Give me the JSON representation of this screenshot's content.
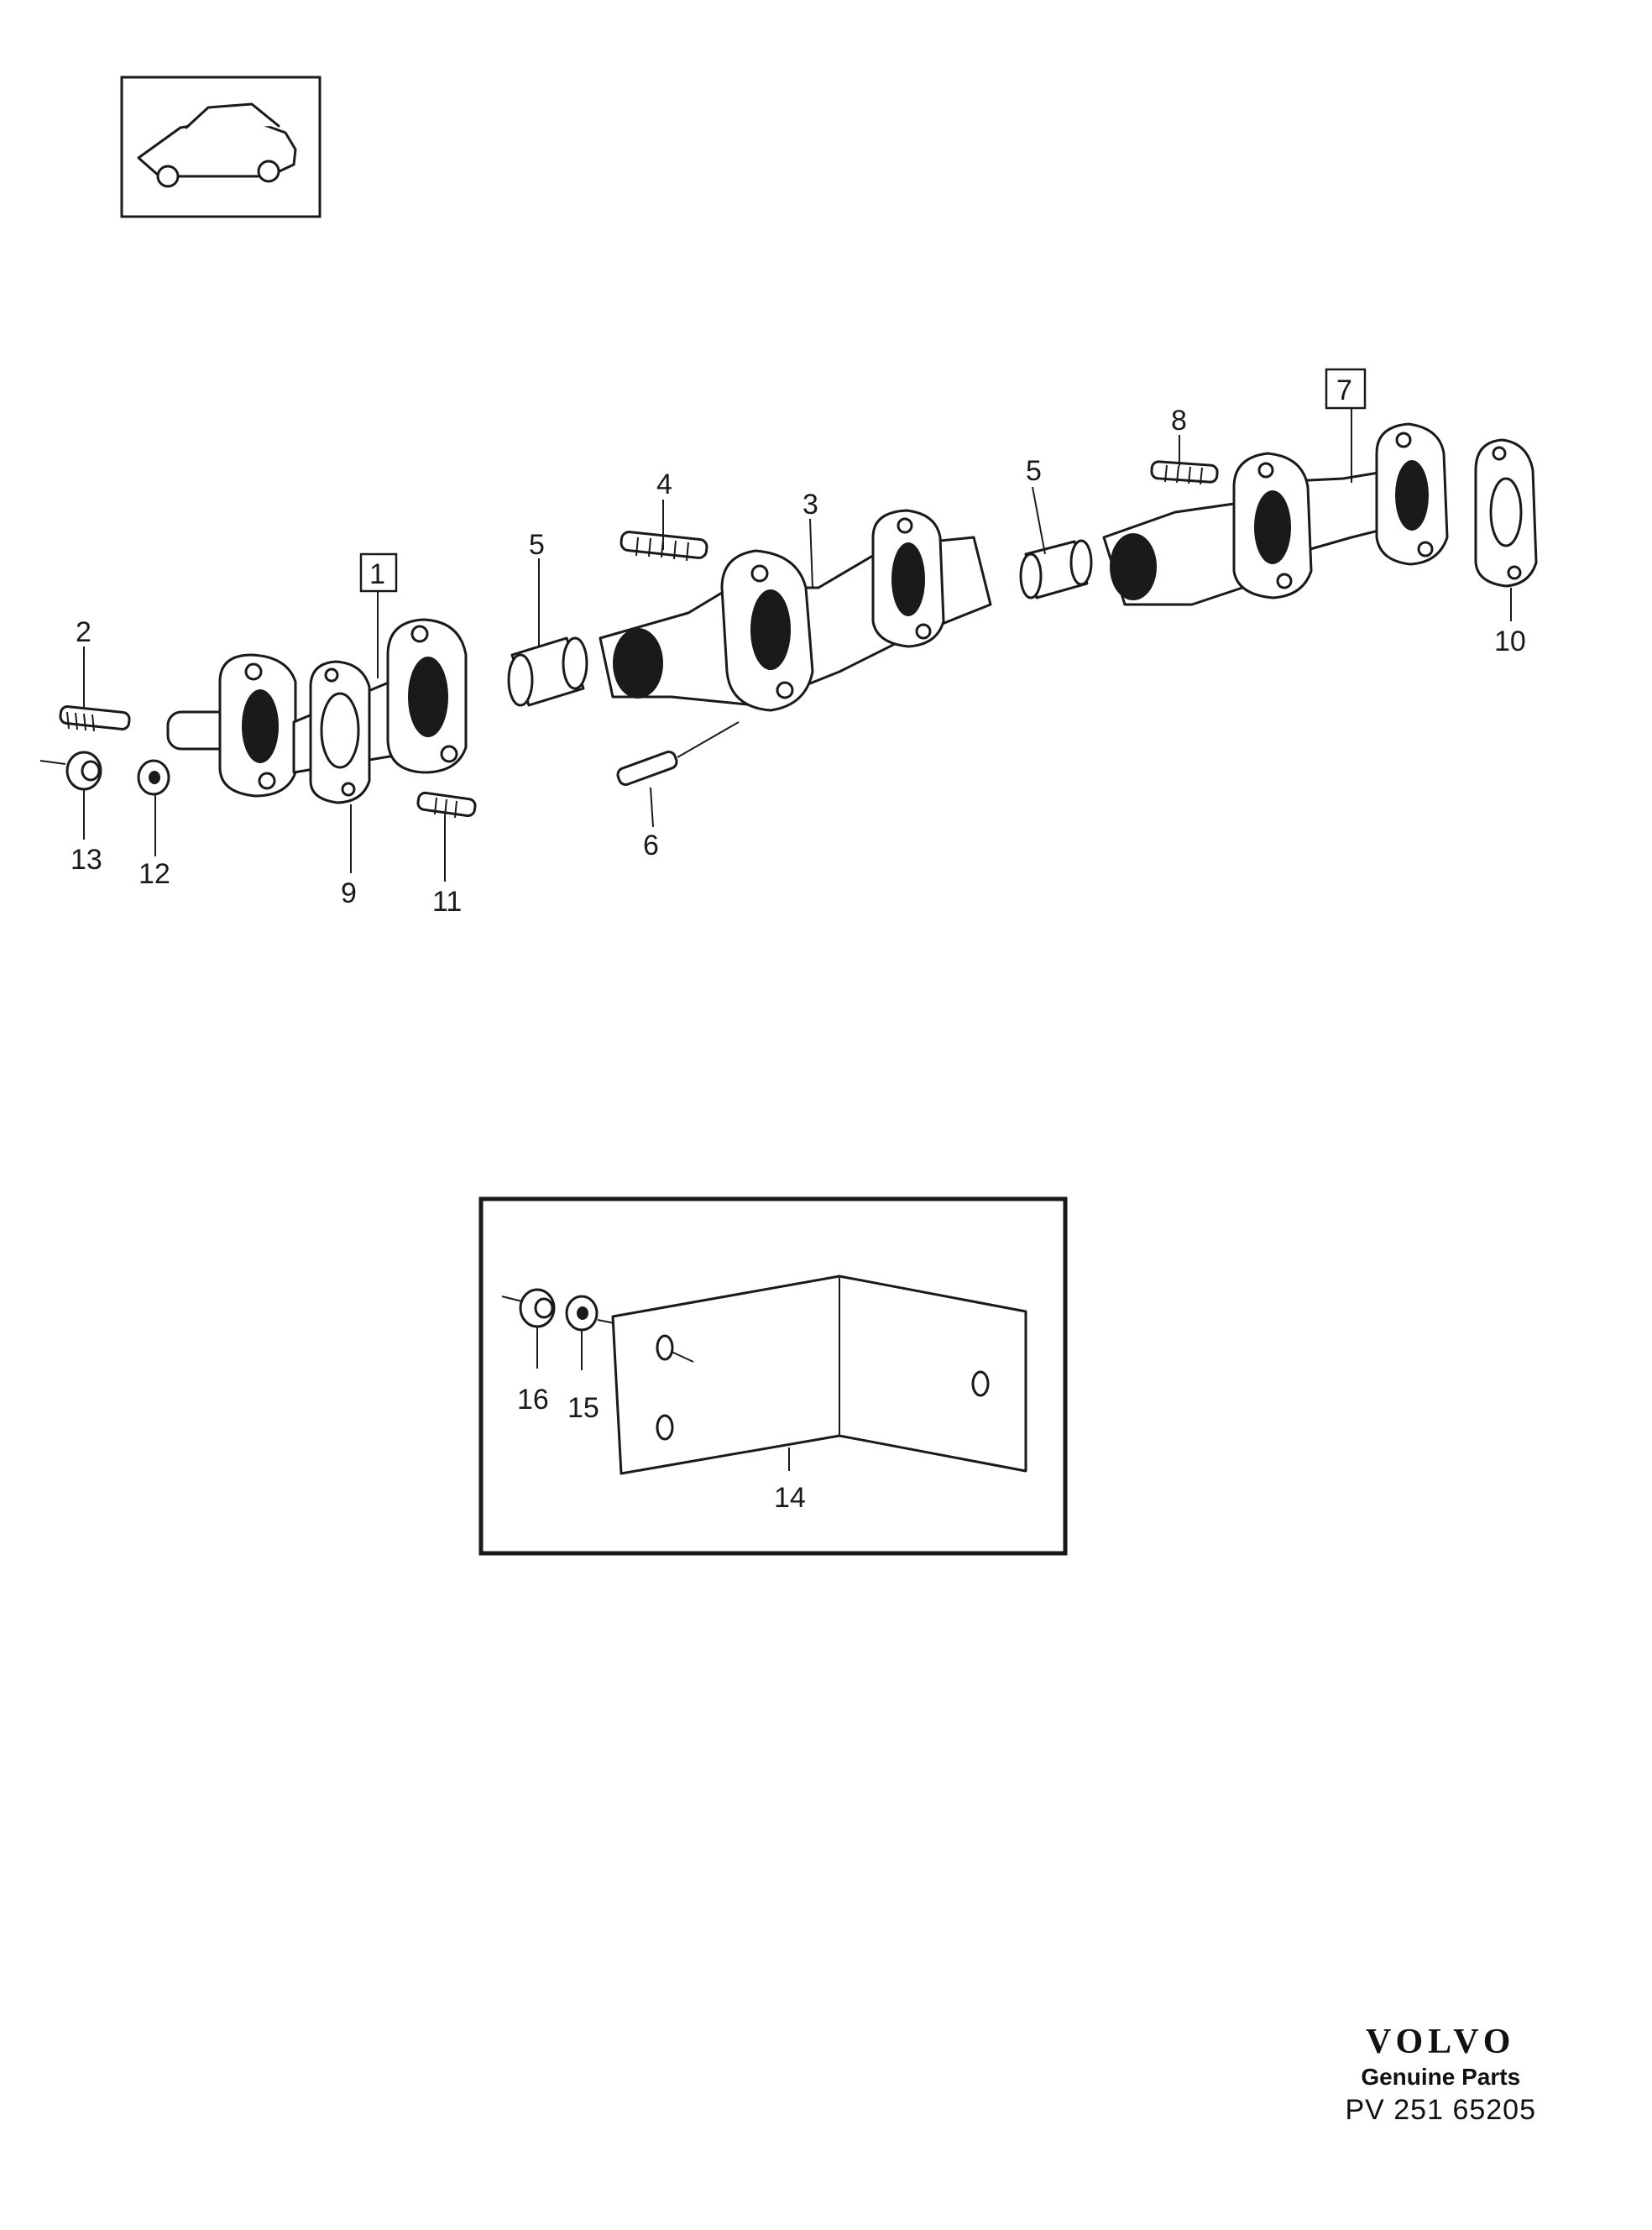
{
  "callouts": {
    "c1": "1",
    "c2": "2",
    "c3": "3",
    "c4": "4",
    "c5a": "5",
    "c5b": "5",
    "c6": "6",
    "c7": "7",
    "c8": "8",
    "c9": "9",
    "c10": "10",
    "c11": "11",
    "c12": "12",
    "c13": "13",
    "c14": "14",
    "c15": "15",
    "c16": "16"
  },
  "brand": {
    "name": "VOLVO",
    "subtitle": "Genuine Parts",
    "code": "PV 251 65205"
  }
}
